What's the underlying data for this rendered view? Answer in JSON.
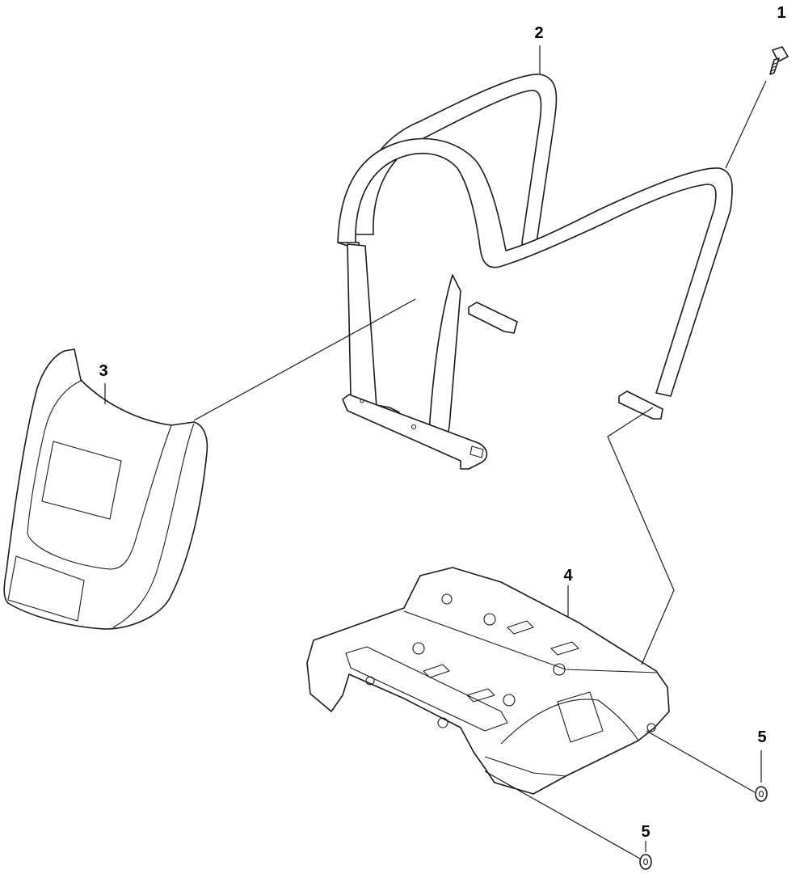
{
  "callouts": [
    {
      "id": "1",
      "text": "1"
    },
    {
      "id": "2",
      "text": "2"
    },
    {
      "id": "3",
      "text": "3"
    },
    {
      "id": "4",
      "text": "4"
    },
    {
      "id": "5a",
      "text": "5"
    },
    {
      "id": "5b",
      "text": "5"
    }
  ]
}
